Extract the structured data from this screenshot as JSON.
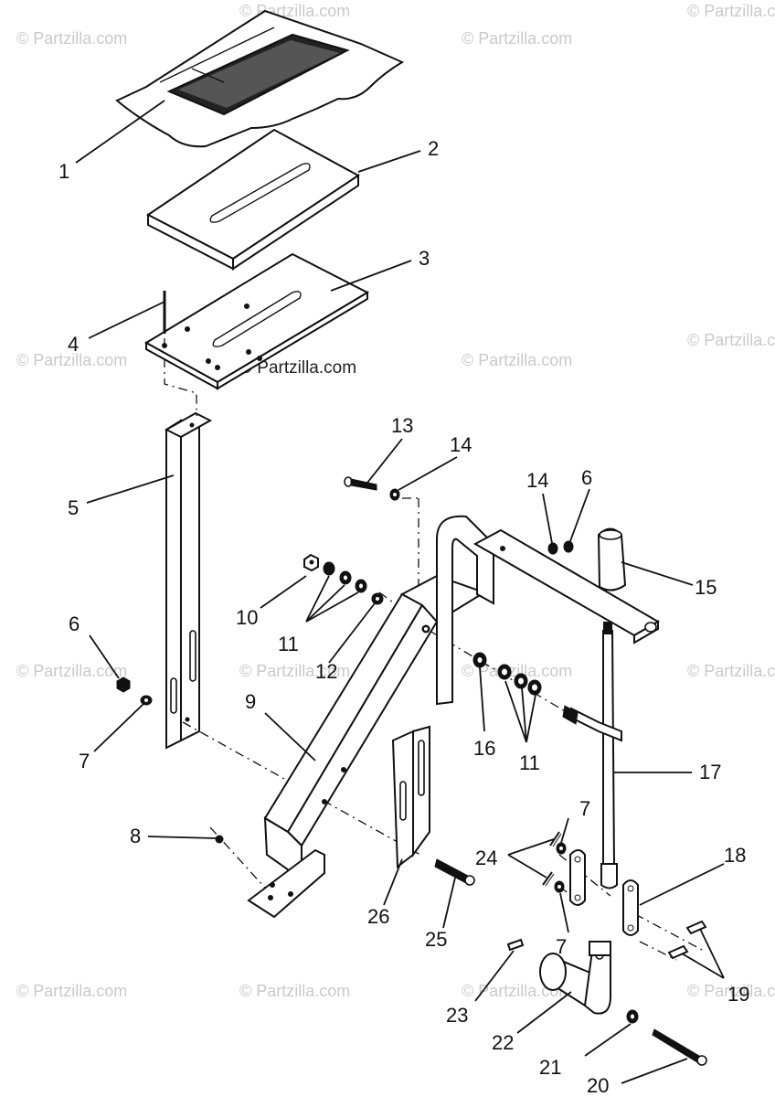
{
  "watermark": "© Partzilla.com",
  "center_watermark": "© Partzilla.com",
  "callouts": [
    "1",
    "2",
    "3",
    "4",
    "5",
    "6",
    "7",
    "8",
    "9",
    "10",
    "11",
    "12",
    "13",
    "14",
    "15",
    "16",
    "17",
    "18",
    "19",
    "20",
    "21",
    "22",
    "23",
    "24",
    "25",
    "26"
  ]
}
